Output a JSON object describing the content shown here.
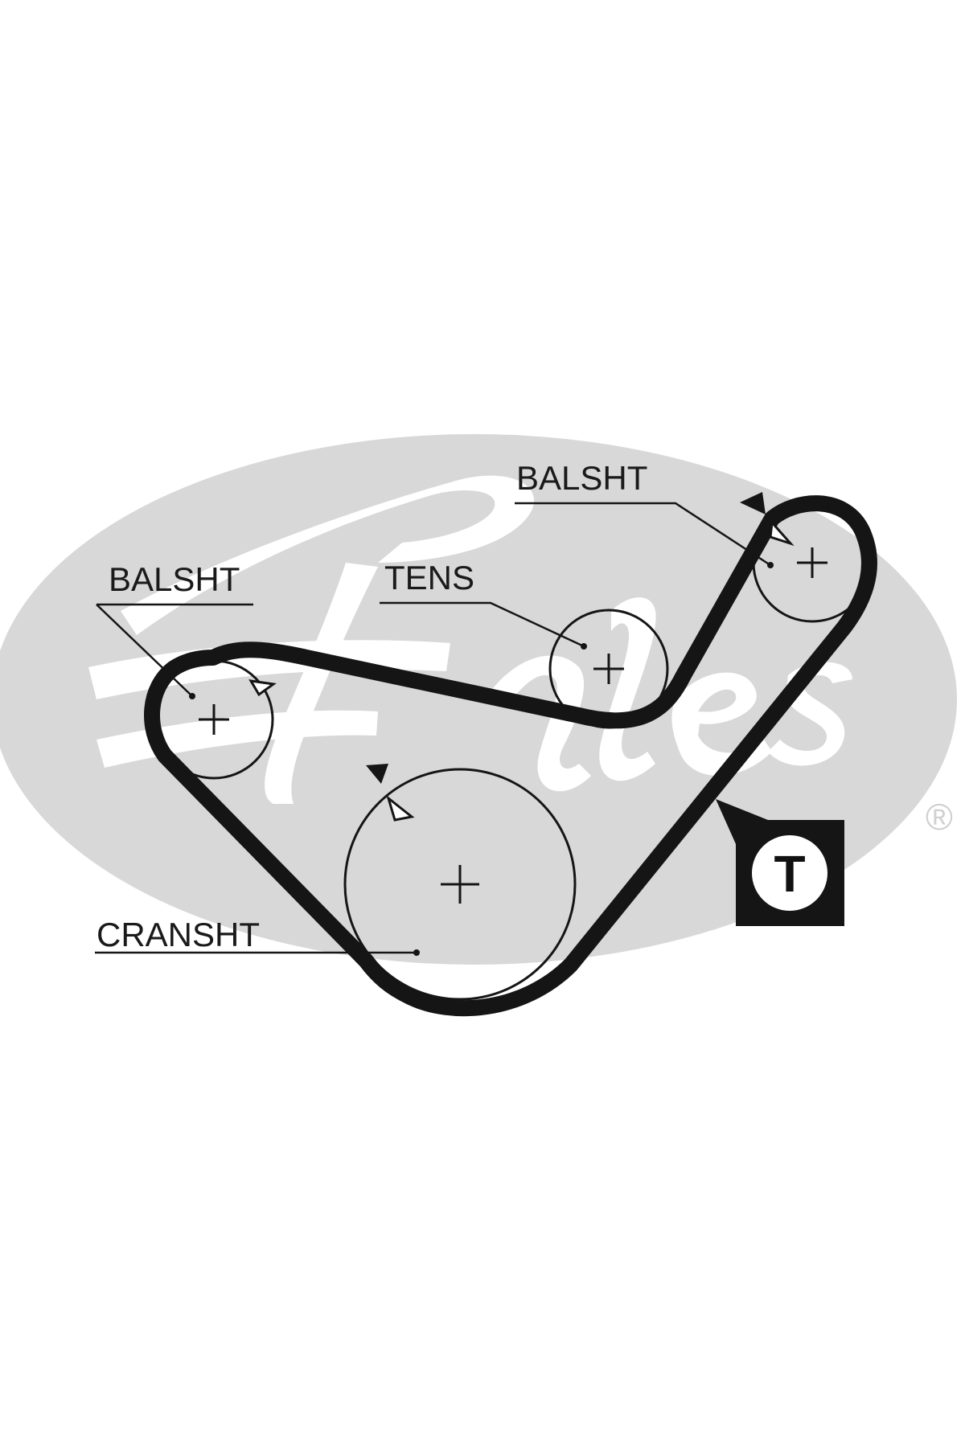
{
  "brand": {
    "watermark_name": "Gates",
    "registered_mark": "®",
    "watermark_color": "#d6d6d6"
  },
  "diagram": {
    "belt_color": "#151515",
    "pulleys": [
      {
        "id": "balsht-left",
        "label": "BALSHT"
      },
      {
        "id": "tens",
        "label": "TENS"
      },
      {
        "id": "balsht-right",
        "label": "BALSHT"
      },
      {
        "id": "cransht",
        "label": "CRANSHT"
      }
    ],
    "tensioner_badge": {
      "letter": "T"
    }
  }
}
